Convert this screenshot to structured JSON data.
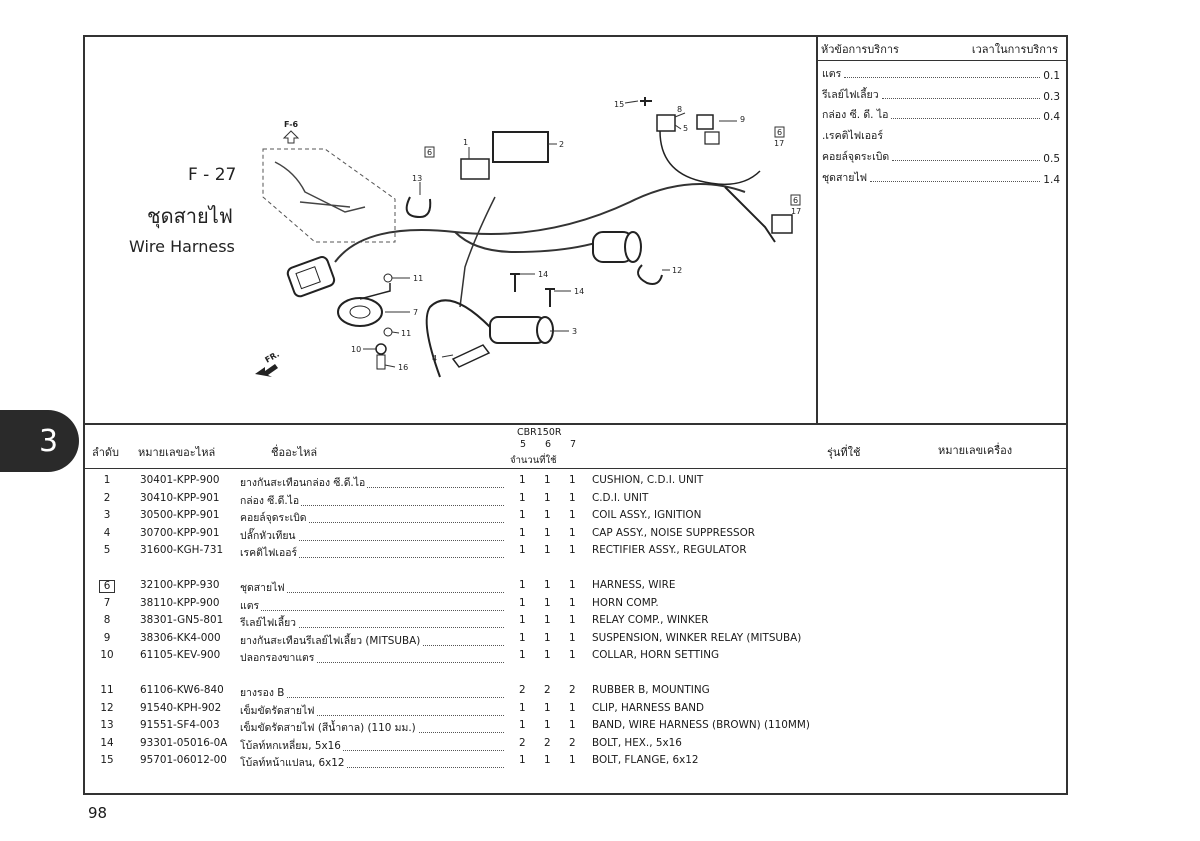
{
  "figure": {
    "ref_code": "F - 27",
    "title_thai": "ชุดสายไฟ",
    "title_english": "Wire Harness",
    "subref": "F-6",
    "front_mark": "FR.",
    "callouts": [
      "1",
      "2",
      "3",
      "4",
      "5",
      "6",
      "7",
      "8",
      "9",
      "10",
      "11",
      "12",
      "13",
      "14",
      "15",
      "16",
      "17"
    ]
  },
  "service": {
    "header_topic": "หัวข้อการบริการ",
    "header_time": "เวลาในการบริการ",
    "items": [
      {
        "name": "แตร",
        "time": "0.1"
      },
      {
        "name": "รีเลย์ไฟเลี้ยว",
        "time": "0.3"
      },
      {
        "name": "กล่อง ซี. ดี. ไอ",
        "time": "0.4"
      },
      {
        "name": ".เรคติไฟเออร์",
        "time": ""
      },
      {
        "name": "คอยล์จุดระเบิด",
        "time": "0.5"
      },
      {
        "name": "ชุดสายไฟ",
        "time": "1.4"
      }
    ]
  },
  "section_tab": "3",
  "table": {
    "col_order": "ลำดับ",
    "col_part_no": "หมายเลขอะไหล่",
    "col_part_name": "ชื่ออะไหล่",
    "model": "CBR150R",
    "variants": [
      "5",
      "6",
      "7"
    ],
    "qty_label": "จำนวนที่ใช้",
    "col_model_used": "รุ่นที่ใช้",
    "col_engine_no": "หมายเลขเครื่อง",
    "rows": [
      {
        "no": "1",
        "part_no": "30401-KPP-900",
        "name_th": "ยางกันสะเทือนกล่อง ซี.ดี.ไอ",
        "q5": "1",
        "q6": "1",
        "q7": "1",
        "name_en": "CUSHION, C.D.I. UNIT"
      },
      {
        "no": "2",
        "part_no": "30410-KPP-901",
        "name_th": "กล่อง ซี.ดี.ไอ",
        "q5": "1",
        "q6": "1",
        "q7": "1",
        "name_en": "C.D.I. UNIT"
      },
      {
        "no": "3",
        "part_no": "30500-KPP-901",
        "name_th": "คอยล์จุดระเบิด",
        "q5": "1",
        "q6": "1",
        "q7": "1",
        "name_en": "COIL ASSY., IGNITION"
      },
      {
        "no": "4",
        "part_no": "30700-KPP-901",
        "name_th": "ปลั๊กหัวเทียน",
        "q5": "1",
        "q6": "1",
        "q7": "1",
        "name_en": "CAP ASSY., NOISE SUPPRESSOR"
      },
      {
        "no": "5",
        "part_no": "31600-KGH-731",
        "name_th": "เรคติไฟเออร์",
        "q5": "1",
        "q6": "1",
        "q7": "1",
        "name_en": "RECTIFIER ASSY., REGULATOR"
      },
      {
        "no": "6",
        "boxed": true,
        "part_no": "32100-KPP-930",
        "name_th": "ชุดสายไฟ",
        "q5": "1",
        "q6": "1",
        "q7": "1",
        "name_en": "HARNESS, WIRE"
      },
      {
        "no": "7",
        "part_no": "38110-KPP-900",
        "name_th": "แตร",
        "q5": "1",
        "q6": "1",
        "q7": "1",
        "name_en": "HORN COMP."
      },
      {
        "no": "8",
        "part_no": "38301-GN5-801",
        "name_th": "รีเลย์ไฟเลี้ยว",
        "q5": "1",
        "q6": "1",
        "q7": "1",
        "name_en": "RELAY COMP., WINKER"
      },
      {
        "no": "9",
        "part_no": "38306-KK4-000",
        "name_th": "ยางกันสะเทือนรีเลย์ไฟเลี้ยว (MITSUBA)",
        "q5": "1",
        "q6": "1",
        "q7": "1",
        "name_en": "SUSPENSION, WINKER RELAY (MITSUBA)"
      },
      {
        "no": "10",
        "part_no": "61105-KEV-900",
        "name_th": "ปลอกรองขาแตร",
        "q5": "1",
        "q6": "1",
        "q7": "1",
        "name_en": "COLLAR, HORN SETTING"
      },
      {
        "no": "11",
        "part_no": "61106-KW6-840",
        "name_th": "ยางรอง B",
        "q5": "2",
        "q6": "2",
        "q7": "2",
        "name_en": "RUBBER B, MOUNTING"
      },
      {
        "no": "12",
        "part_no": "91540-KPH-902",
        "name_th": "เข็มขัดรัดสายไฟ",
        "q5": "1",
        "q6": "1",
        "q7": "1",
        "name_en": "CLIP, HARNESS BAND"
      },
      {
        "no": "13",
        "part_no": "91551-SF4-003",
        "name_th": "เข็มขัดรัดสายไฟ (สีน้ำตาล) (110 มม.)",
        "q5": "1",
        "q6": "1",
        "q7": "1",
        "name_en": "BAND, WIRE HARNESS (BROWN) (110MM)"
      },
      {
        "no": "14",
        "part_no": "93301-05016-0A",
        "name_th": "โบ้ลท์หกเหลี่ยม, 5x16",
        "q5": "2",
        "q6": "2",
        "q7": "2",
        "name_en": "BOLT, HEX., 5x16"
      },
      {
        "no": "15",
        "part_no": "95701-06012-00",
        "name_th": "โบ้ลท์หน้าแปลน, 6x12",
        "q5": "1",
        "q6": "1",
        "q7": "1",
        "name_en": "BOLT, FLANGE, 6x12"
      }
    ]
  },
  "page_number": "98"
}
